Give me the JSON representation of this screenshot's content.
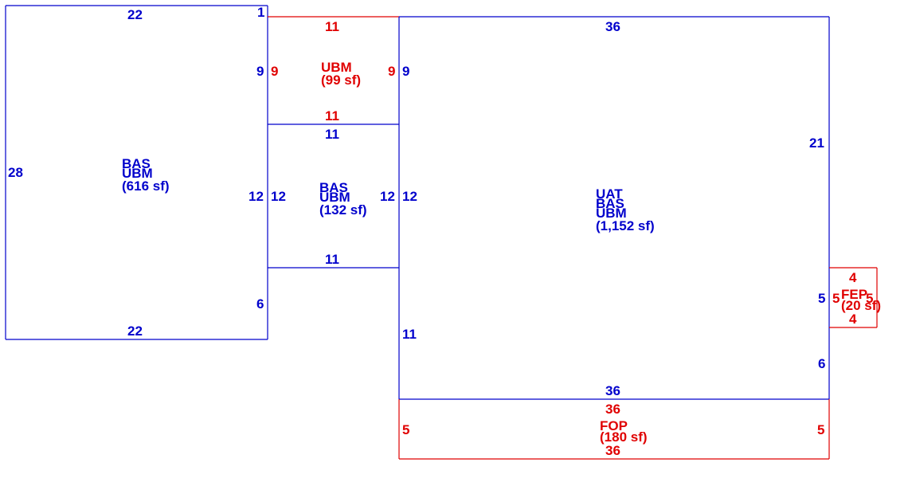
{
  "colors": {
    "blue": "#0000cc",
    "red": "#e00000",
    "background": "#ffffff"
  },
  "areas": {
    "left_bas": {
      "code1": "BAS",
      "code2": "UBM",
      "area": "(616 sf)"
    },
    "mid_ubm": {
      "code1": "UBM",
      "area": "(99 sf)"
    },
    "mid_bas": {
      "code1": "BAS",
      "code2": "UBM",
      "area": "(132 sf)"
    },
    "main": {
      "code1": "UAT",
      "code2": "BAS",
      "code3": "UBM",
      "area": "(1,152 sf)"
    },
    "fep": {
      "code1": "FEP",
      "area": "(20 sf)"
    },
    "fop": {
      "code1": "FOP",
      "area": "(180 sf)"
    }
  },
  "dims": {
    "left_top": "22",
    "left_top_step": "1",
    "left_left": "28",
    "left_right_upper": "9",
    "left_right_mid": "12",
    "left_right_lower": "6",
    "left_bottom": "22",
    "ubm_top": "11",
    "ubm_left": "9",
    "ubm_right": "9",
    "ubm_bottom": "11",
    "bas_top": "11",
    "bas_left": "12",
    "bas_right": "12",
    "bas_bottom": "11",
    "main_top": "36",
    "main_left_upper": "9",
    "main_left_mid": "12",
    "main_left_lower": "11",
    "main_right_upper": "21",
    "main_right_mid": "5",
    "main_right_lower": "6",
    "main_bottom": "36",
    "fep_top": "4",
    "fep_left": "5",
    "fep_right": "5",
    "fep_bottom": "4",
    "fop_top": "36",
    "fop_left": "5",
    "fop_right": "5",
    "fop_bottom": "36"
  }
}
